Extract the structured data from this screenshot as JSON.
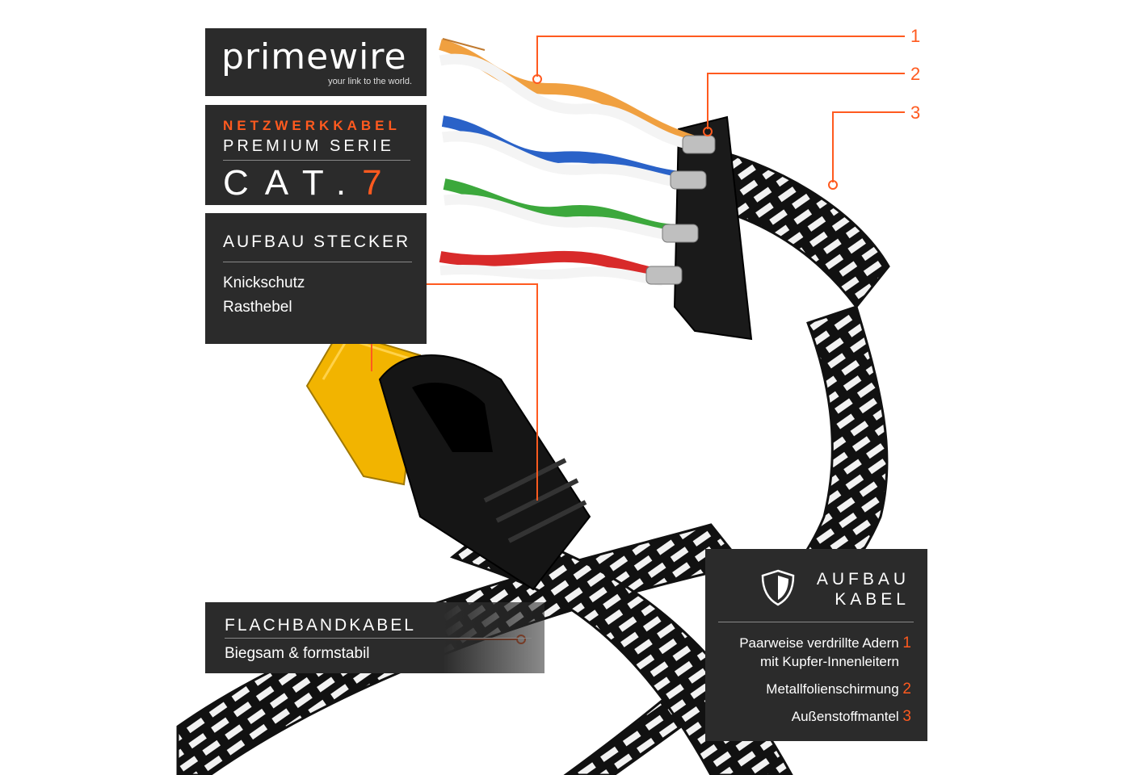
{
  "brand": {
    "name": "primewire",
    "tagline": "your link to the world."
  },
  "series": {
    "category": "NETZWERKKABEL",
    "line": "PREMIUM SERIE",
    "cat_label": "CAT.",
    "cat_number": "7"
  },
  "connector": {
    "title": "AUFBAU STECKER",
    "items": [
      "Knickschutz",
      "Rasthebel"
    ]
  },
  "flat_cable": {
    "title": "FLACHBANDKABEL",
    "subtitle": "Biegsam & formstabil"
  },
  "cable_structure": {
    "title_line1": "AUFBAU",
    "title_line2": "KABEL",
    "items": [
      {
        "text": "Paarweise verdrillte Adern",
        "num": "1",
        "continuation": "mit Kupfer-Innenleitern"
      },
      {
        "text": "Metallfolienschirmung",
        "num": "2"
      },
      {
        "text": "Außenstoffmantel",
        "num": "3"
      }
    ]
  },
  "callouts": [
    "1",
    "2",
    "3"
  ],
  "colors": {
    "panel": "#2b2b2b",
    "accent": "#ff5a1f",
    "wire_pairs": [
      "#f0a040",
      "#2a62c8",
      "#3ca83c",
      "#d82a2a"
    ],
    "connector_gold": "#f2b400"
  }
}
